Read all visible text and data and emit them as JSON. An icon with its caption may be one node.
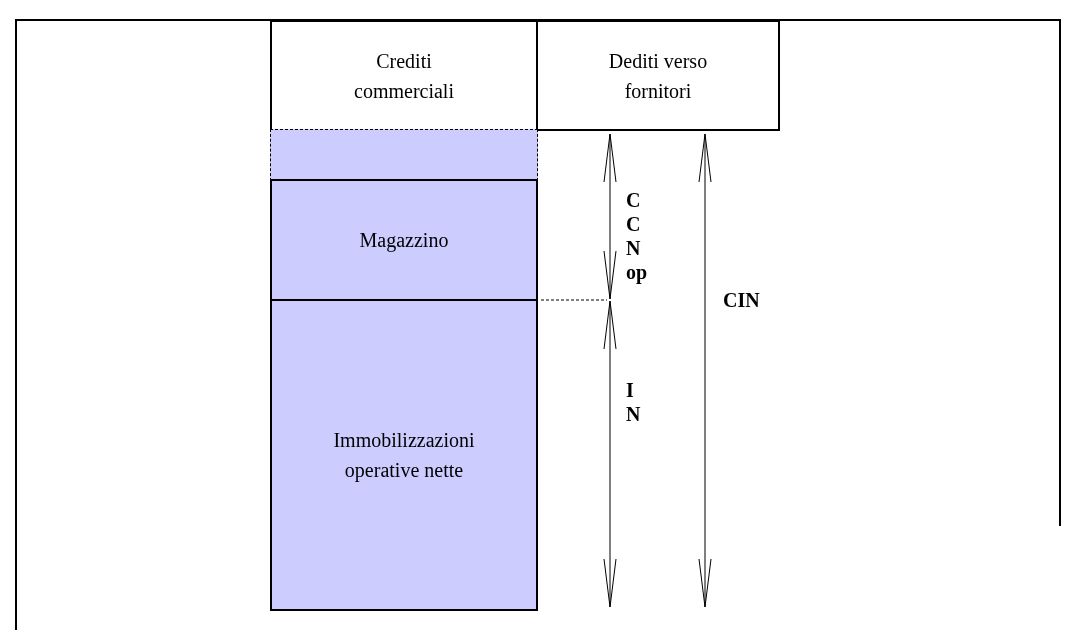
{
  "diagram": {
    "nodes": [
      {
        "text": [
          "Crediti commerciali"
        ]
      },
      {
        "text": [
          "Dediti verso fornitori"
        ]
      },
      {
        "text": [],
        "shape": "box"
      },
      {
        "text": [
          "Magazzino"
        ]
      },
      {
        "text": [
          "Immobilizzazioni operative nette"
        ]
      }
    ],
    "labels": [
      "C C N op",
      "CIN",
      "I N"
    ]
  }
}
